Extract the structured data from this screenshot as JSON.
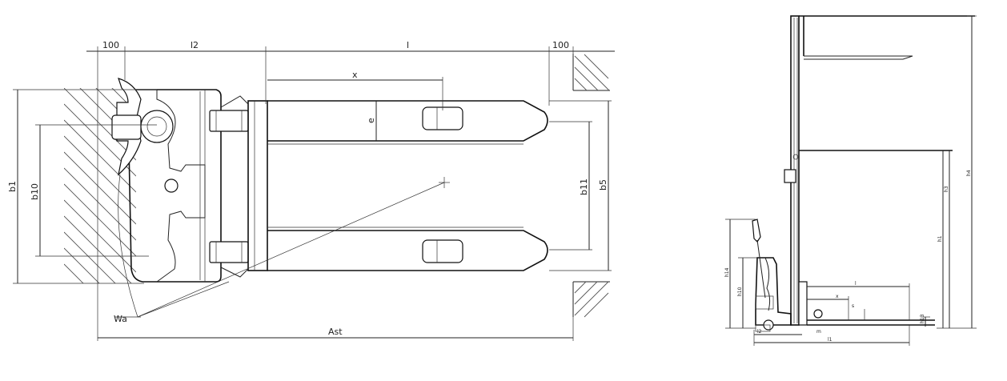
{
  "top_view": {
    "labels": {
      "d100_left": "100",
      "l2": "l2",
      "l": "l",
      "d100_right": "100",
      "x": "x",
      "e": "e",
      "b1": "b1",
      "b10": "b10",
      "b11": "b11",
      "b5": "b5",
      "wa": "Wa",
      "ast": "Ast"
    }
  },
  "side_view": {
    "labels": {
      "h4": "h4",
      "h3": "h3",
      "h1": "h1",
      "l": "l",
      "x": "x",
      "s": "s",
      "h13": "h13",
      "h14": "h14",
      "h10": "h10",
      "l2": "l2",
      "l1": "l1",
      "m": "m"
    }
  }
}
